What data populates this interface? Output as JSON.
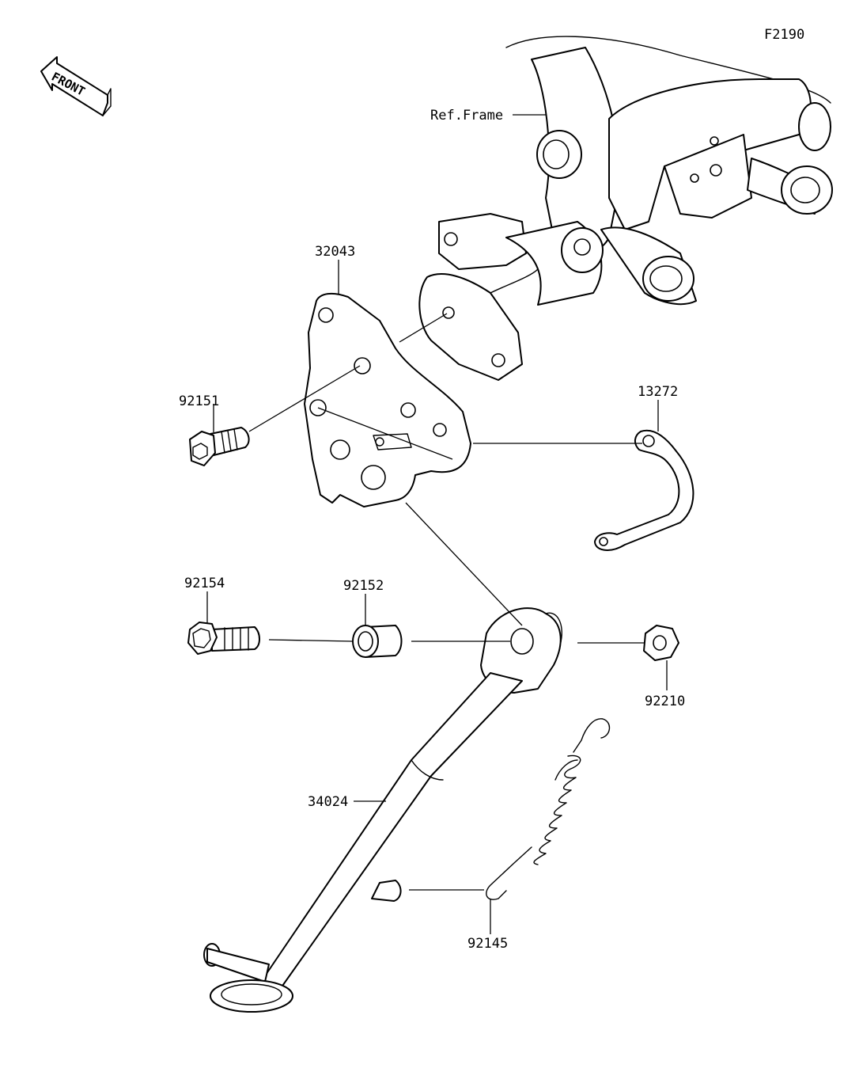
{
  "figure_code": "F2190",
  "front_label": "FRONT",
  "callouts": {
    "ref_frame": "Ref.Frame",
    "bracket": "32043",
    "bolt_bracket": "92151",
    "spring_hook": "13272",
    "bolt_stand": "92154",
    "collar": "92152",
    "nut": "92210",
    "side_stand": "34024",
    "spring": "92145"
  },
  "colors": {
    "line": "#000000",
    "background": "#ffffff"
  }
}
